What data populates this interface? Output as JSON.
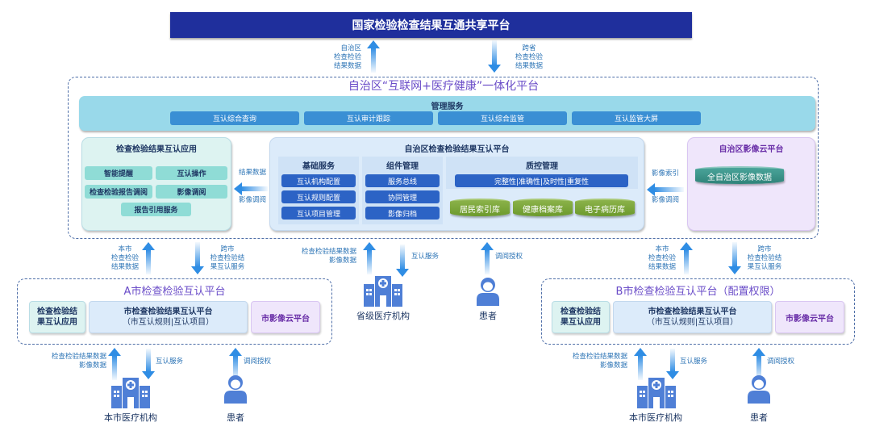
{
  "national": {
    "title": "国家检验检查结果互通共享平台"
  },
  "national_flows": {
    "up_label": [
      "自治区",
      "检查检验",
      "结果数据"
    ],
    "down_label": [
      "跨省",
      "检查检验",
      "结果数据"
    ]
  },
  "region": {
    "title": "自治区“互联网+医疗健康”一体化平台",
    "management": {
      "title": "管理服务",
      "items": [
        "互认综合查询",
        "互认审计跟踪",
        "互认综合监管",
        "互认监管大屏"
      ]
    },
    "app_panel": {
      "title": "检查检验结果互认应用",
      "items": [
        "智能提醒",
        "互认操作",
        "检查检验报告调阅",
        "影像调阅",
        "报告引用服务"
      ]
    },
    "app_flow": {
      "top": "结果数据",
      "bottom": "影像调阅"
    },
    "central": {
      "title": "自治区检查检验结果互认平台",
      "columns": [
        {
          "title": "基础服务",
          "items": [
            "互认机构配置",
            "互认规则配置",
            "互认项目管理"
          ]
        },
        {
          "title": "组件管理",
          "items": [
            "服务总线",
            "协同管理",
            "影像归档"
          ]
        },
        {
          "title": "质控管理",
          "items": [
            "完整性|准确性|及时性|重复性"
          ]
        }
      ],
      "databases": [
        "居民索引库",
        "健康档案库",
        "电子病历库"
      ]
    },
    "image_flow": {
      "top": "影像索引",
      "bottom": "影像调阅"
    },
    "image_cloud": {
      "title": "自治区影像云平台",
      "db": "全自治区影像数据"
    }
  },
  "city_flows": {
    "up_label": [
      "本市",
      "检查检验",
      "结果数据"
    ],
    "down_label": [
      "跨市",
      "检查检验结",
      "果互认服务"
    ]
  },
  "province": {
    "up_label": [
      "检查检验结果数据",
      "影像数据"
    ],
    "down_label": "互认服务",
    "institution": "省级医疗机构",
    "patient_flow": "调阅授权",
    "patient": "患者"
  },
  "cityA": {
    "title": "A市检查检验互认平台",
    "app": [
      "检查检验结",
      "果互认应用"
    ],
    "platform": [
      "市检查检验结果互认平台",
      "（市互认规则|互认项目）"
    ],
    "image": "市影像云平台",
    "up_label": [
      "检查检验结果数据",
      "影像数据"
    ],
    "down_label": "互认服务",
    "institution": "本市医疗机构",
    "patient_flow": "调阅授权",
    "patient": "患者"
  },
  "cityB": {
    "title": "B市检查检验互认平台（配置权限）",
    "app": [
      "检查检验结",
      "果互认应用"
    ],
    "platform": [
      "市检查检验结果互认平台",
      "（市互认规则|互认项目）"
    ],
    "image": "市影像云平台",
    "up_label": [
      "检查检验结果数据",
      "影像数据"
    ],
    "down_label": "互认服务",
    "institution": "本市医疗机构",
    "patient_flow": "调阅授权",
    "patient": "患者"
  },
  "colors": {
    "national": "#1f2f9c",
    "management": "#99d9ea",
    "blue_button": "#2c63c5",
    "database_green": "#6c9a2c",
    "database_teal": "#2f8379",
    "arrow": "#2f8de4",
    "title_purple": "#6a4cc8"
  }
}
